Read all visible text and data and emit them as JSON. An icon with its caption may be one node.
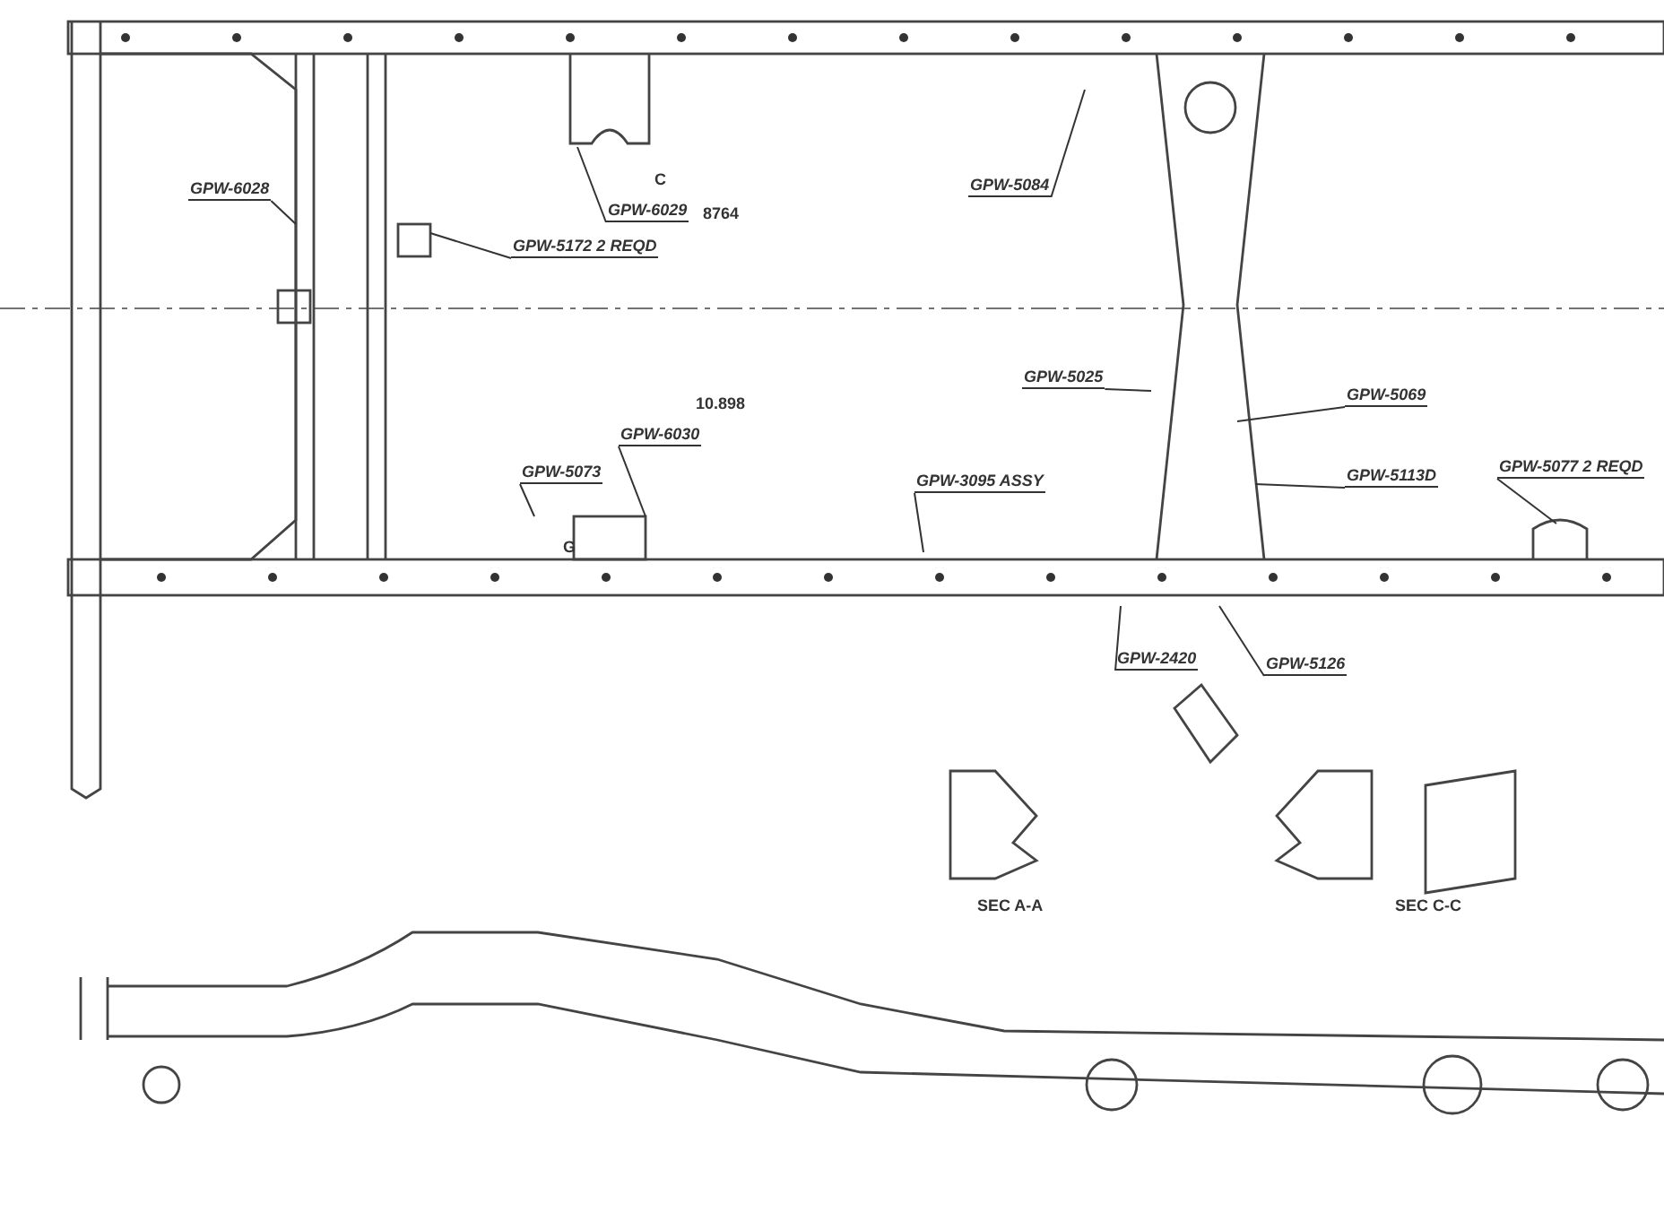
{
  "diagram": {
    "nodes": [
      {
        "text": [
          "GPW-6028"
        ]
      },
      {
        "text": [
          "GPW-6029"
        ]
      },
      {
        "text": [
          "GPW-5172 2 REQD"
        ]
      },
      {
        "text": [
          "GPW-5073"
        ]
      },
      {
        "text": [
          "GPW-6030"
        ]
      },
      {
        "text": [
          "GPW-5084"
        ]
      },
      {
        "text": [
          "GPW-5025"
        ]
      },
      {
        "text": [
          "GPW-3095 ASSY"
        ]
      },
      {
        "text": [
          "GPW-5069"
        ]
      },
      {
        "text": [
          "GPW-5113D"
        ]
      },
      {
        "text": [
          "GPW-5077 2 REQD"
        ]
      },
      {
        "text": [
          "GPW-2420"
        ]
      },
      {
        "text": [
          "GPW-5126"
        ]
      }
    ],
    "edges": [
      {
        "from": 0,
        "to": null,
        "arrow": "none"
      },
      {
        "from": 1,
        "to": null,
        "arrow": "none"
      },
      {
        "from": 2,
        "to": null,
        "arrow": "none"
      },
      {
        "from": 3,
        "to": null,
        "arrow": "none"
      },
      {
        "from": 4,
        "to": null,
        "arrow": "none"
      },
      {
        "from": 5,
        "to": null,
        "arrow": "none"
      },
      {
        "from": 6,
        "to": null,
        "arrow": "none"
      },
      {
        "from": 7,
        "to": null,
        "arrow": "none"
      },
      {
        "from": 8,
        "to": null,
        "arrow": "none"
      },
      {
        "from": 9,
        "to": null,
        "arrow": "none"
      },
      {
        "from": 10,
        "to": null,
        "arrow": "none"
      },
      {
        "from": 11,
        "to": null,
        "arrow": "none"
      },
      {
        "from": 12,
        "to": null,
        "arrow": "none"
      }
    ],
    "labels": [
      "C",
      "8764",
      "10.898",
      "G",
      "SEC A-A",
      "SEC C-C"
    ]
  }
}
